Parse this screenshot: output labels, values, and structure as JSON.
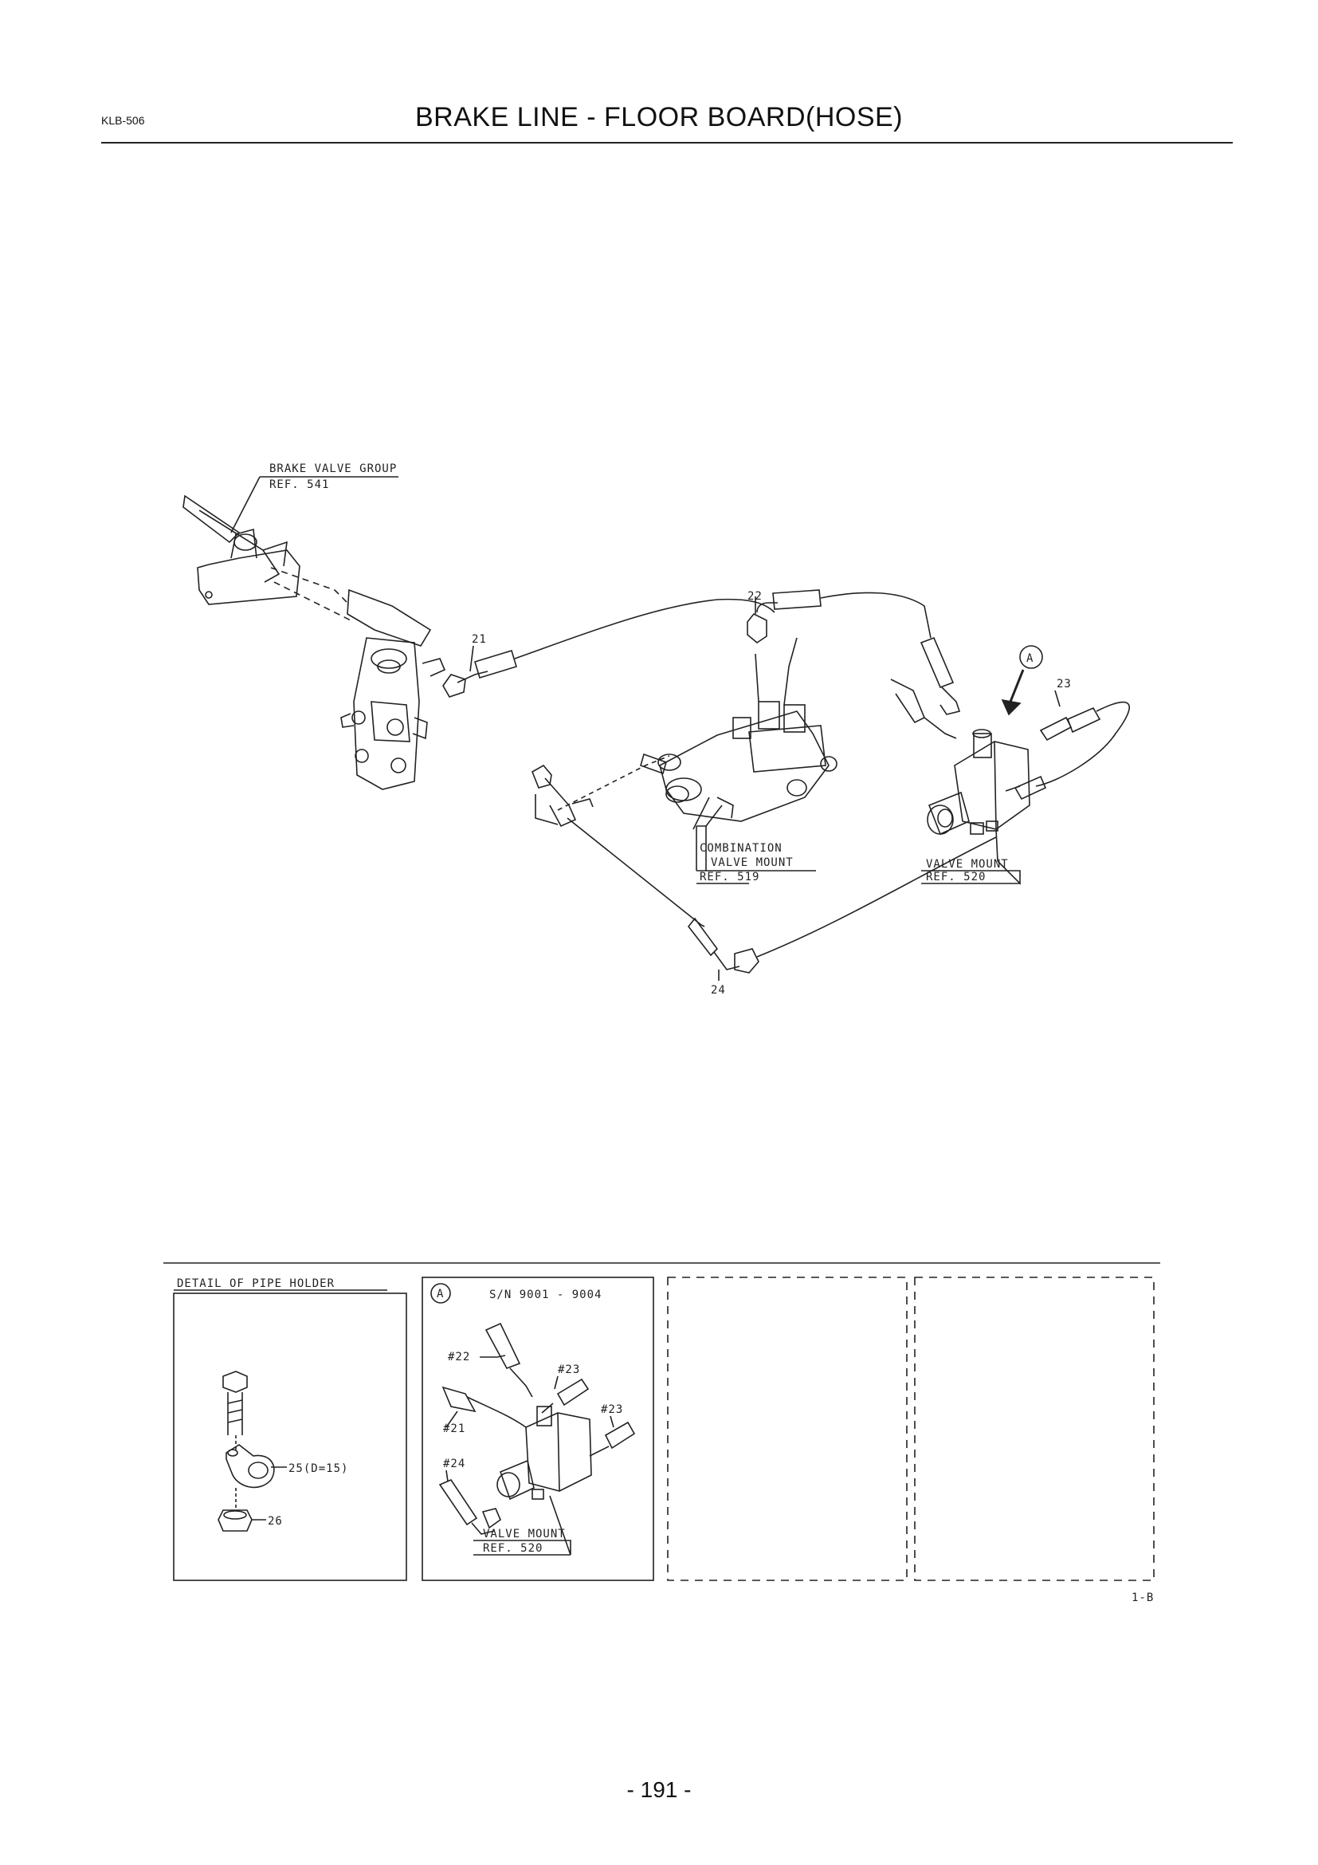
{
  "header": {
    "page_code": "KLB-506",
    "title": "BRAKE LINE - FLOOR BOARD(HOSE)"
  },
  "main_diagram": {
    "brake_valve_group": {
      "name": "BRAKE VALVE GROUP",
      "ref": "REF. 541"
    },
    "combination_valve_mount": {
      "line1": "COMBINATION",
      "line2": "VALVE MOUNT",
      "ref": "REF. 519"
    },
    "valve_mount": {
      "name": "VALVE MOUNT",
      "ref": "REF. 520"
    },
    "callouts": [
      "21",
      "22",
      "23",
      "24"
    ],
    "view_marker": "A"
  },
  "detail_panels": {
    "pipe_holder": {
      "title": "DETAIL OF PIPE HOLDER",
      "label_25": "25(D=15)",
      "label_26": "26"
    },
    "view_a": {
      "marker": "A",
      "serial": "S/N 9001 - 9004",
      "labels": [
        "#22",
        "#23",
        "#21",
        "#23",
        "#24"
      ],
      "valve_mount": "VALVE MOUNT",
      "ref": "REF. 520"
    },
    "sheet_code": "1-B"
  },
  "footer": {
    "page_number": "- 191 -"
  }
}
